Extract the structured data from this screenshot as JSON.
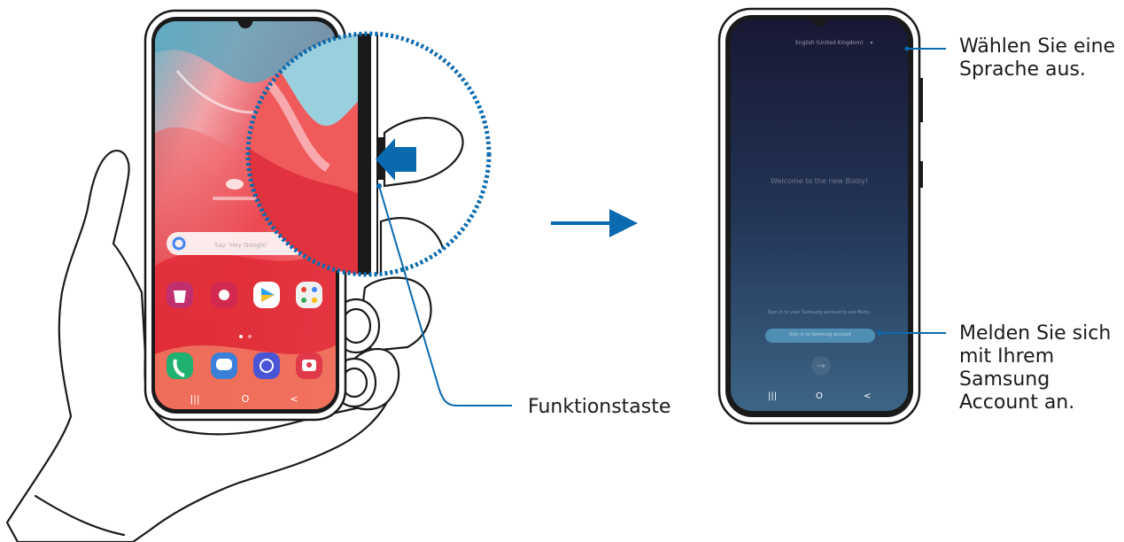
{
  "left_phone": {
    "search_placeholder": "Say 'Hey Google'",
    "nav": [
      "|||",
      "O",
      "<"
    ]
  },
  "right_phone": {
    "language_selector": "English (United Kingdom)",
    "welcome_text": "Welcome to the new Bixby!",
    "signin_prompt": "Sign in to your Samsung account to use Bixby.",
    "signin_button": "Sign in to Samsung account",
    "nav": [
      "|||",
      "O",
      "<"
    ]
  },
  "callouts": {
    "side_key": "Funktionstaste",
    "language_line1": "Wählen Sie eine",
    "language_line2": "Sprache aus.",
    "account_line1": "Melden Sie sich",
    "account_line2": "mit Ihrem",
    "account_line3": "Samsung",
    "account_line4": "Account an."
  },
  "colors": {
    "accent_blue": "#0a6ab0",
    "outline": "#1a1a1a",
    "screen_dark_top": "#1a1b3a",
    "screen_dark_bottom": "#3a5f80",
    "wallpaper_red": "#e8303c"
  }
}
